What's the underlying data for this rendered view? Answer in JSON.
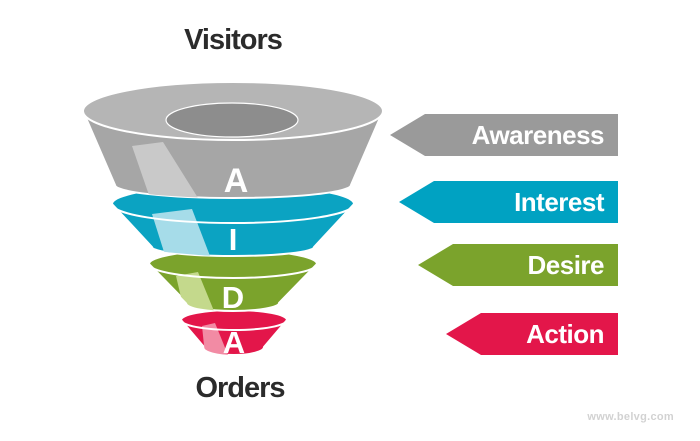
{
  "diagram": {
    "type": "marketing-funnel-aida",
    "top_label": "Visitors",
    "bottom_label": "Orders",
    "watermark": "www.belvg.com",
    "text_color": "#2b2b2b",
    "background": "#ffffff",
    "gray_top_color": "#b5b5b5",
    "hole_color": "#8d8d8d",
    "letter_color": "#ffffff",
    "stages": [
      {
        "letter": "A",
        "label": "Awareness",
        "band_color": "#a6a6a6",
        "arrow_color": "#9a9a9a",
        "highlight_color": "#c9c9c9"
      },
      {
        "letter": "I",
        "label": "Interest",
        "band_color": "#0ba3c2",
        "arrow_color": "#00a2c2",
        "highlight_color": "#a6dce9"
      },
      {
        "letter": "D",
        "label": "Desire",
        "band_color": "#7ba32c",
        "arrow_color": "#7ba32c",
        "highlight_color": "#c4d98c"
      },
      {
        "letter": "A",
        "label": "Action",
        "band_color": "#e3164a",
        "arrow_color": "#e3164a",
        "highlight_color": "#f28ba4"
      }
    ]
  }
}
